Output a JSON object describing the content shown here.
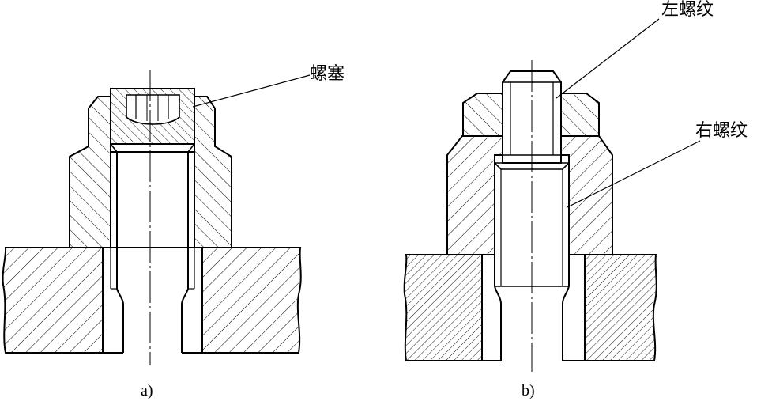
{
  "figure_a": {
    "caption": "a)",
    "label_plug": "螺塞"
  },
  "figure_b": {
    "caption": "b)",
    "label_left_thread": "左螺纹",
    "label_right_thread": "右螺纹"
  }
}
